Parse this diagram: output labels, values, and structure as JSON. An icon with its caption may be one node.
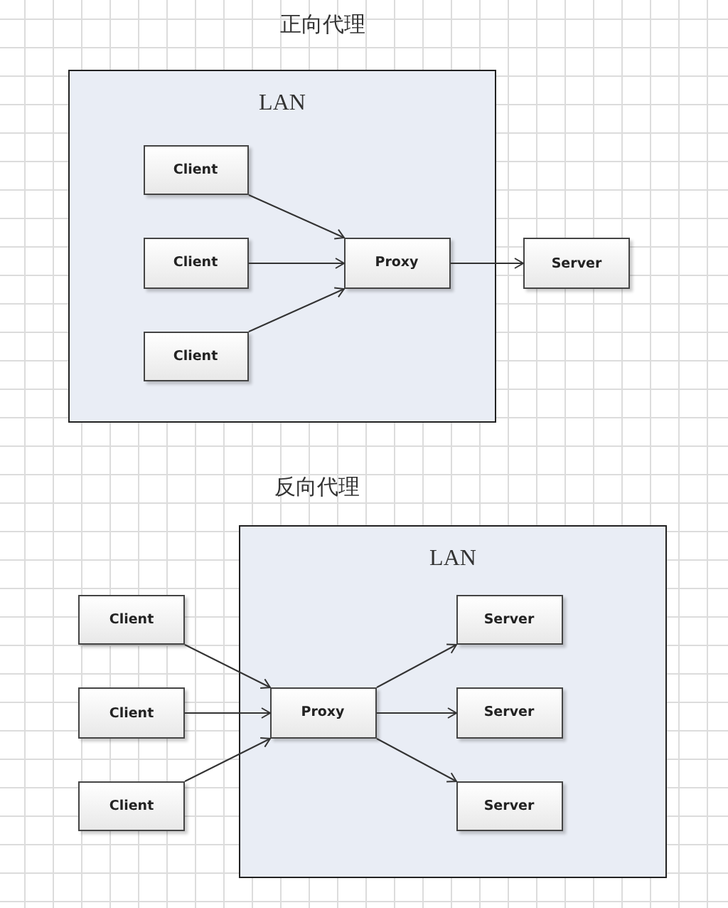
{
  "diagram": {
    "nodes": [
      {
        "text": [
          "LAN"
        ]
      },
      {
        "text": [
          "Client"
        ],
        "in": 0
      },
      {
        "text": [
          "Client"
        ],
        "in": 0
      },
      {
        "text": [
          "Client"
        ],
        "in": 0
      },
      {
        "text": [
          "Proxy"
        ],
        "in": 0
      },
      {
        "text": [
          "Server"
        ]
      },
      {
        "text": [
          "LAN"
        ]
      },
      {
        "text": [
          "Client"
        ]
      },
      {
        "text": [
          "Client"
        ]
      },
      {
        "text": [
          "Client"
        ]
      },
      {
        "text": [
          "Proxy"
        ],
        "in": 6
      },
      {
        "text": [
          "Server"
        ],
        "in": 6
      },
      {
        "text": [
          "Server"
        ],
        "in": 6
      },
      {
        "text": [
          "Server"
        ],
        "in": 6
      }
    ],
    "edges": [
      {
        "from": 1,
        "to": 4,
        "arrow": "to"
      },
      {
        "from": 2,
        "to": 4,
        "arrow": "to"
      },
      {
        "from": 3,
        "to": 4,
        "arrow": "to"
      },
      {
        "from": 4,
        "to": 5,
        "arrow": "to"
      },
      {
        "from": 7,
        "to": 10,
        "arrow": "to"
      },
      {
        "from": 8,
        "to": 10,
        "arrow": "to"
      },
      {
        "from": 9,
        "to": 10,
        "arrow": "to"
      },
      {
        "from": 10,
        "to": 11,
        "arrow": "to"
      },
      {
        "from": 10,
        "to": 12,
        "arrow": "to"
      },
      {
        "from": 10,
        "to": 13,
        "arrow": "to"
      }
    ],
    "labels": [
      "正向代理",
      "反向代理"
    ]
  }
}
